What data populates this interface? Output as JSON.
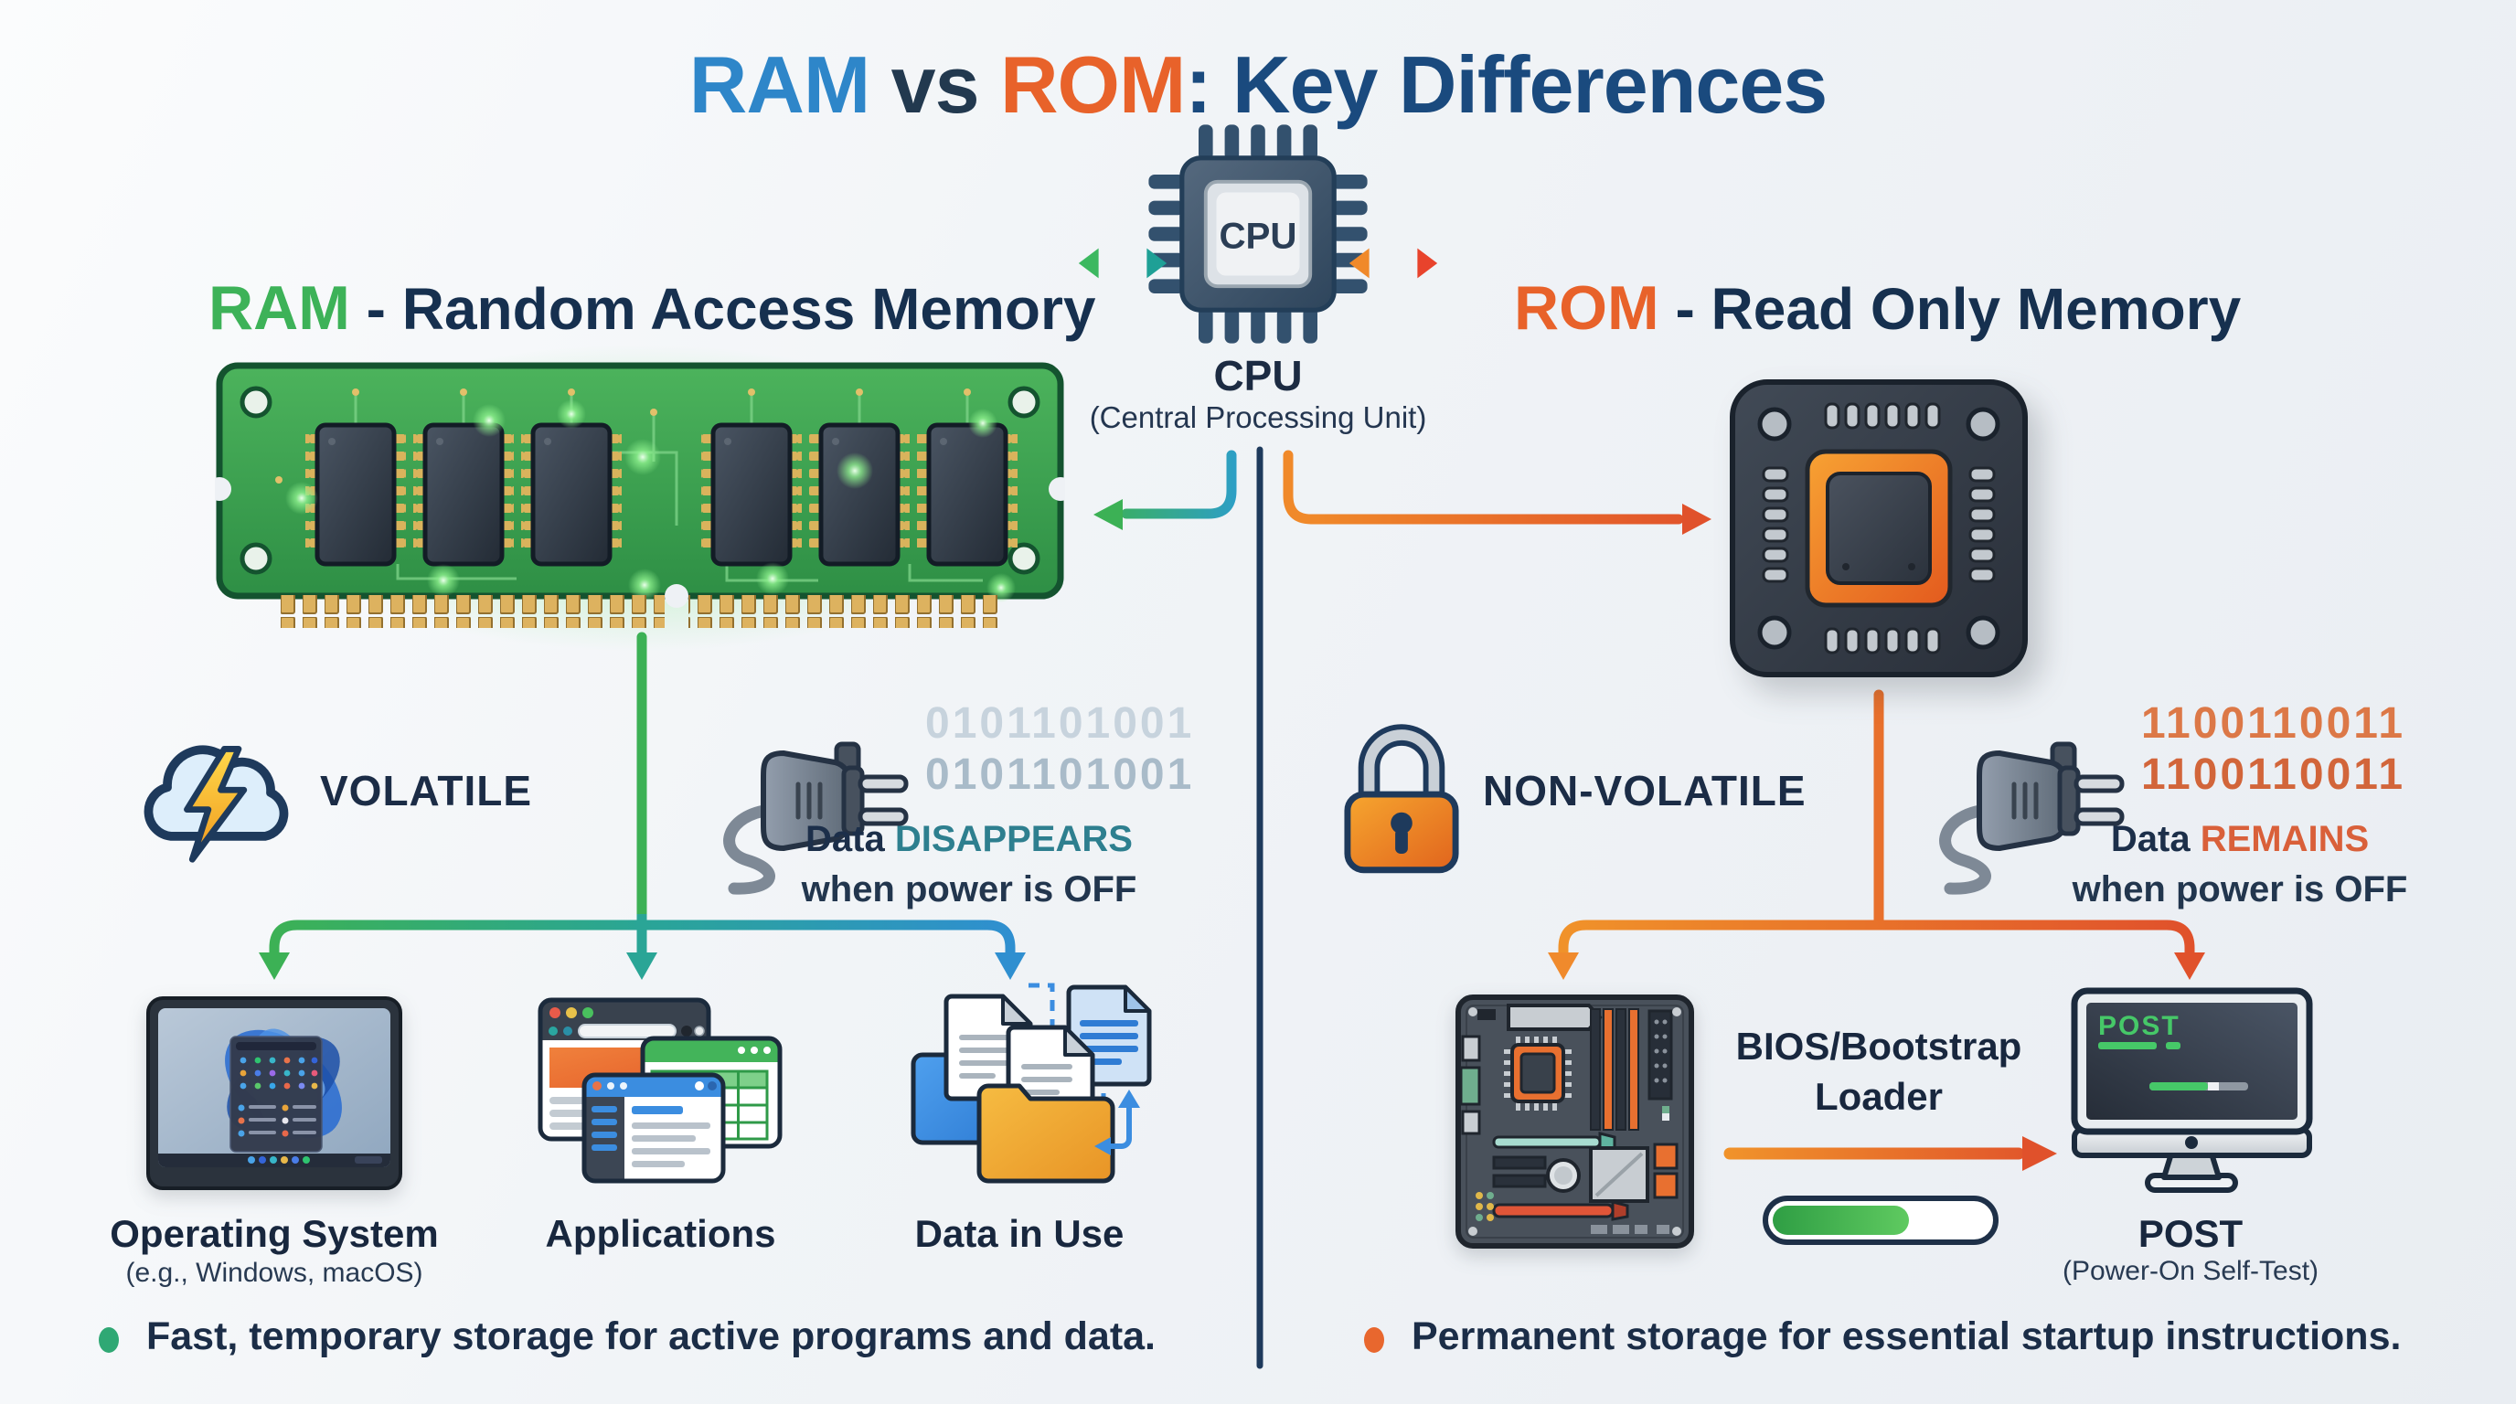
{
  "title": {
    "ram": "RAM",
    "vs": " vs ",
    "rom": "ROM",
    "rest": ": Key Differences"
  },
  "cpu": {
    "chip_label": "CPU",
    "caption": "CPU",
    "subcaption": "(Central Processing Unit)"
  },
  "ram_section": {
    "acronym": "RAM",
    "heading_rest": " - Random Access Memory",
    "volatile_label": "VOLATILE",
    "binary_line1": "0101101001",
    "binary_line2": "0101101001",
    "data_word": "Data",
    "data_emphasis": "DISAPPEARS",
    "power_line": "when power is OFF",
    "items": [
      {
        "label": "Operating System",
        "sublabel": "(e.g., Windows, macOS)"
      },
      {
        "label": "Applications",
        "sublabel": ""
      },
      {
        "label": "Data in Use",
        "sublabel": ""
      }
    ],
    "bullet": "Fast, temporary storage for active programs and data."
  },
  "rom_section": {
    "acronym": "ROM",
    "heading_rest": " - Read Only Memory",
    "nonvolatile_label": "NON-VOLATILE",
    "binary_line1": "1100110011",
    "binary_line2": "1100110011",
    "data_word": "Data",
    "data_emphasis": "REMAINS",
    "power_line": "when power is OFF",
    "bios_line1": "BIOS/Bootstrap",
    "bios_line2": "Loader",
    "progress_percent": 63,
    "post_screen_label": "POST",
    "post_label": "POST",
    "post_sublabel": "(Power-On Self-Test)",
    "bullet": "Permanent storage for essential startup instructions."
  },
  "colors": {
    "title_ram_blue": "#2e86c9",
    "rom_orange": "#e8622a",
    "title_rest_blue": "#1a4a7e",
    "navy": "#22394f",
    "ram_green": "#3db258",
    "teal_disappears": "#2e7f8f",
    "orange_remains": "#d9603a",
    "arrow_green": "#3cb155",
    "arrow_teal": "#2aa596",
    "arrow_blue": "#2f8fd0",
    "arrow_orange": "#f0892a",
    "arrow_red": "#e0512b",
    "divider_navy": "#1e3a5c",
    "progress_green": "#45b54e"
  }
}
